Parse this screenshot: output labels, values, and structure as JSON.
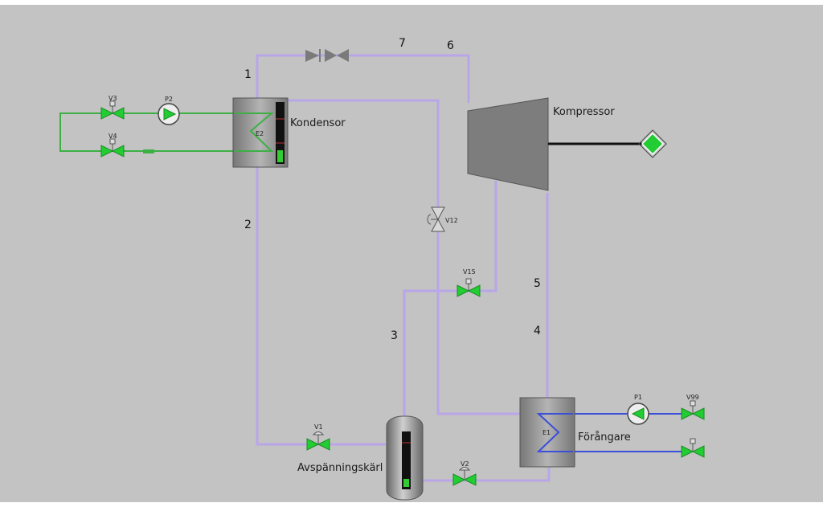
{
  "labels": {
    "kondensor": "Kondensor",
    "kompressor": "Kompressor",
    "forangare": "Förångare",
    "avspanningskarl": "Avspänningskärl"
  },
  "stream_numbers": {
    "s1": "1",
    "s2": "2",
    "s3": "3",
    "s4": "4",
    "s5": "5",
    "s6": "6",
    "s7": "7"
  },
  "tags": {
    "v3": "V3",
    "v4": "V4",
    "p2": "P2",
    "e2": "E2",
    "v12": "V12",
    "v15": "V15",
    "v1": "V1",
    "v2": "V2",
    "e1": "E1",
    "p1": "P1",
    "v99": "V99"
  },
  "colors": {
    "background": "#c3c3c3",
    "refrigerant_line": "#b9a6e8",
    "condenser_water_line": "#3cb043",
    "evaporator_brine_line": "#3c4fd8",
    "valve_green": "#22cc33",
    "equipment_gray": "#808080",
    "level_green": "#33cc33"
  }
}
